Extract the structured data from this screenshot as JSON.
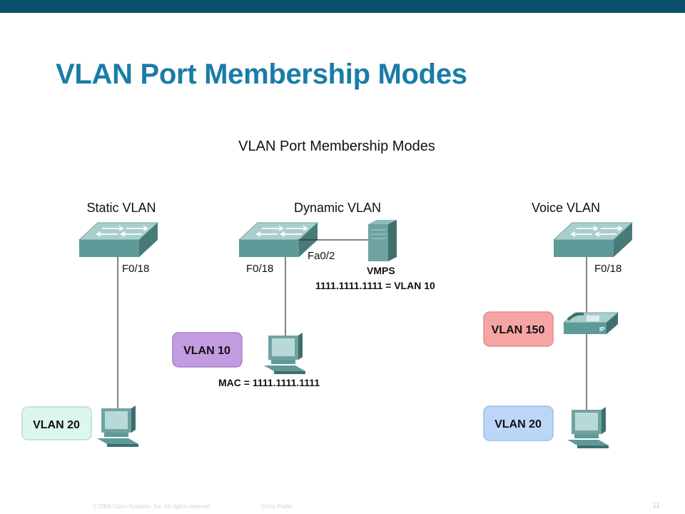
{
  "slide": {
    "title": "VLAN Port Membership Modes",
    "page_number": "11"
  },
  "diagram": {
    "title": "VLAN Port Membership Modes",
    "static": {
      "heading": "Static VLAN",
      "port": "F0/18",
      "vlan": "VLAN 20"
    },
    "dynamic": {
      "heading": "Dynamic VLAN",
      "port": "F0/18",
      "server_port": "Fa0/2",
      "server_label": "VMPS",
      "mapping": "1111.1111.1111 = VLAN 10",
      "vlan": "VLAN 10",
      "mac": "MAC = 1111.1111.1111"
    },
    "voice": {
      "heading": "Voice VLAN",
      "port": "F0/18",
      "phone_vlan": "VLAN 150",
      "phone_badge": "IP",
      "data_vlan": "VLAN 20"
    }
  },
  "footer": {
    "copyright": "© 2006 Cisco Systems, Inc. All rights reserved.",
    "classification": "Cisco Public"
  },
  "colors": {
    "title": "#1a7ca8",
    "device": "#5e9a98",
    "static_vlan_bg": "#ddf6ef",
    "dynamic_vlan_bg": "#c29be0",
    "voice_phone_vlan_bg": "#f7a4a4",
    "voice_data_vlan_bg": "#bcd6f7"
  },
  "icons": [
    "switch-icon",
    "server-icon",
    "pc-icon",
    "ip-phone-icon"
  ]
}
